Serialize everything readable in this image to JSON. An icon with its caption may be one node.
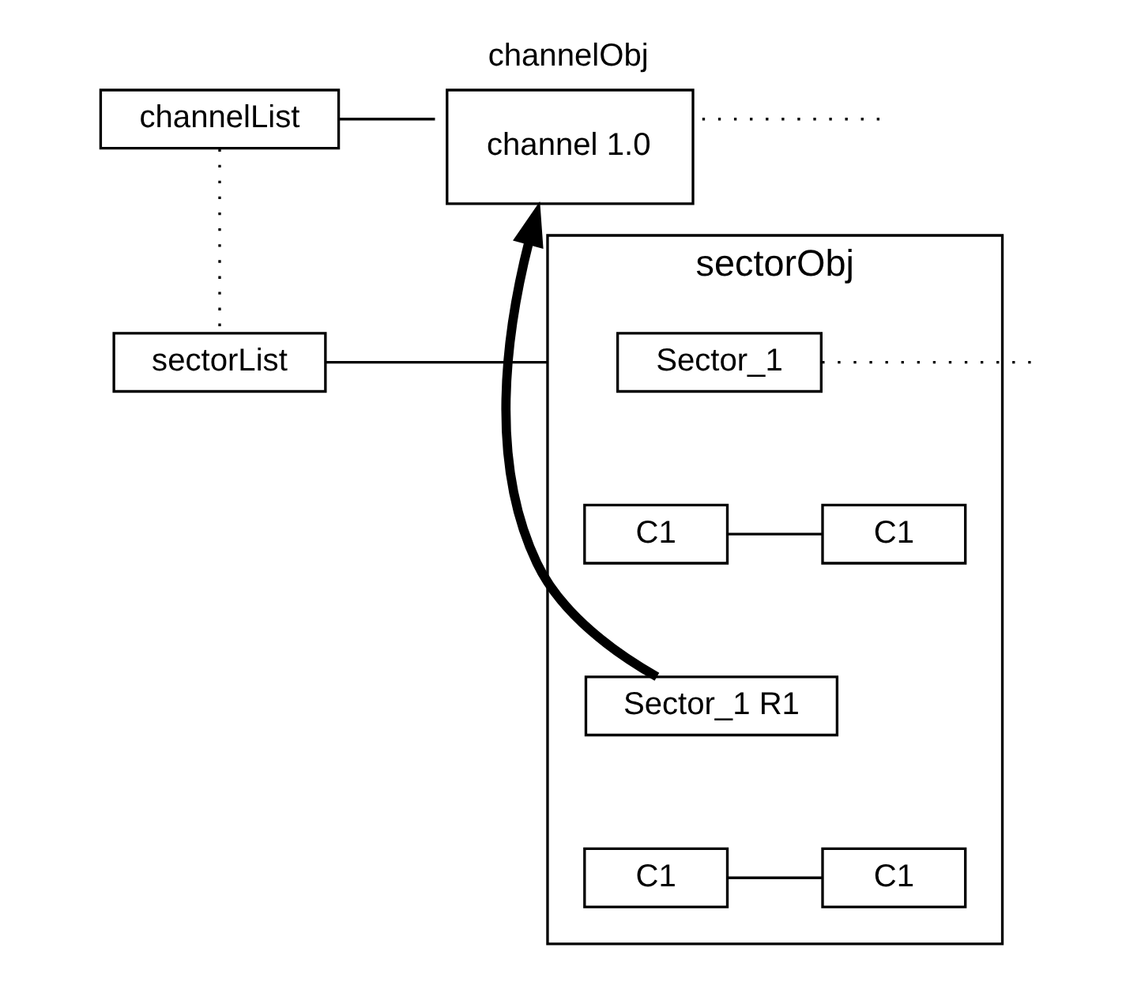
{
  "diagram": {
    "nodes": [
      {
        "text": [
          "channelList"
        ]
      },
      {
        "text": [
          "channelObj",
          "channel 1.0"
        ]
      },
      {
        "text": [
          "sectorList"
        ]
      },
      {
        "text": [
          "sectorObj"
        ]
      },
      {
        "text": [
          "Sector_1"
        ],
        "in": 3
      },
      {
        "text": [
          "C1"
        ],
        "in": 3
      },
      {
        "text": [
          "C1"
        ],
        "in": 3
      },
      {
        "text": [
          "Sector_1 R1"
        ],
        "in": 3
      },
      {
        "text": [
          "C1"
        ],
        "in": 3
      },
      {
        "text": [
          "C1"
        ],
        "in": 3
      }
    ],
    "edges": [
      {
        "from": 0,
        "to": 1,
        "arrow": "none"
      },
      {
        "from": 0,
        "to": 2,
        "arrow": "none",
        "style": "dashed"
      },
      {
        "from": 1,
        "to": null,
        "arrow": "none",
        "style": "dashed"
      },
      {
        "from": 2,
        "to": 3,
        "arrow": "none"
      },
      {
        "from": 4,
        "to": null,
        "arrow": "none",
        "style": "dashed"
      },
      {
        "from": 5,
        "to": 6,
        "arrow": "none"
      },
      {
        "from": 7,
        "to": 1,
        "arrow": "to",
        "style": "thick"
      },
      {
        "from": 8,
        "to": 9,
        "arrow": "none"
      }
    ]
  }
}
